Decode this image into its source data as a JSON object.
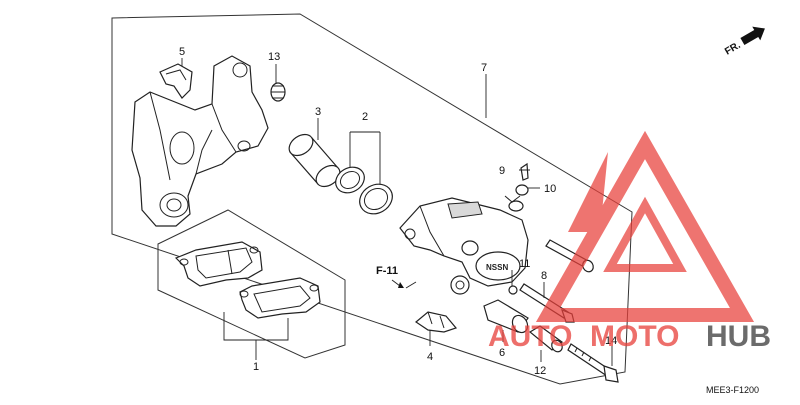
{
  "diagram": {
    "direction_label": "FR.",
    "reference_label": "F-11",
    "code": "MEE3-F1200",
    "caliper_mark": "NSSN",
    "watermark": {
      "text_a": "AUTO",
      "text_b": "MOTO",
      "text_c": "HUB",
      "color_red": "#e8403a",
      "color_dark": "#3a3a3a"
    },
    "callouts": [
      {
        "id": "1",
        "label": "1"
      },
      {
        "id": "2",
        "label": "2"
      },
      {
        "id": "3",
        "label": "3"
      },
      {
        "id": "4",
        "label": "4"
      },
      {
        "id": "5",
        "label": "5"
      },
      {
        "id": "6",
        "label": "6"
      },
      {
        "id": "7",
        "label": "7"
      },
      {
        "id": "8",
        "label": "8"
      },
      {
        "id": "9",
        "label": "9"
      },
      {
        "id": "10",
        "label": "10"
      },
      {
        "id": "11",
        "label": "11"
      },
      {
        "id": "12",
        "label": "12"
      },
      {
        "id": "13",
        "label": "13"
      },
      {
        "id": "14",
        "label": "14"
      }
    ]
  }
}
